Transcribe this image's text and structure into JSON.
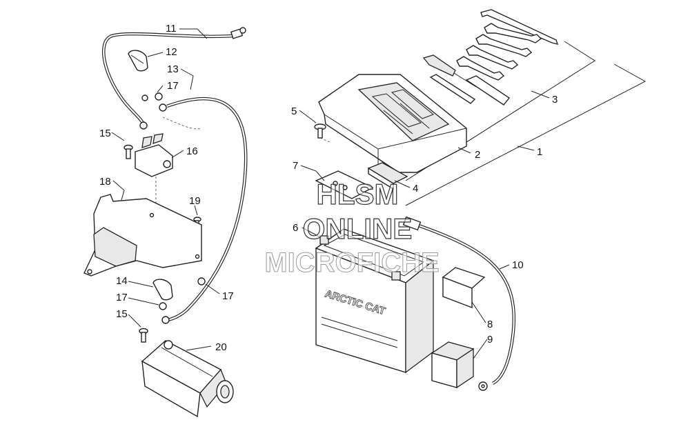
{
  "callouts": [
    {
      "n": "1"
    },
    {
      "n": "2"
    },
    {
      "n": "3"
    },
    {
      "n": "4"
    },
    {
      "n": "5"
    },
    {
      "n": "6"
    },
    {
      "n": "7"
    },
    {
      "n": "8"
    },
    {
      "n": "9"
    },
    {
      "n": "10"
    },
    {
      "n": "11"
    },
    {
      "n": "12"
    },
    {
      "n": "13"
    },
    {
      "n": "14"
    },
    {
      "n": "15a"
    },
    {
      "n": "15b"
    },
    {
      "n": "16"
    },
    {
      "n": "17a"
    },
    {
      "n": "17b"
    },
    {
      "n": "17c"
    },
    {
      "n": "18"
    },
    {
      "n": "19"
    },
    {
      "n": "20"
    }
  ],
  "labels": {
    "c1": "1",
    "c2": "2",
    "c3": "3",
    "c4": "4",
    "c5": "5",
    "c6": "6",
    "c7": "7",
    "c8": "8",
    "c9": "9",
    "c10": "10",
    "c11": "11",
    "c12": "12",
    "c13": "13",
    "c14": "14",
    "c15a": "15",
    "c15b": "15",
    "c16": "16",
    "c17a": "17",
    "c17b": "17",
    "c17c": "17",
    "c18": "18",
    "c19": "19",
    "c20": "20"
  },
  "watermark": {
    "line1": "HLSM",
    "line2": "ONLINE",
    "line3": "MICROFICHE"
  },
  "battery": {
    "brand": "ARCTIC CAT"
  },
  "colors": {
    "ink": "#222222",
    "paper": "#ffffff",
    "watermark": "#9a9a9a"
  }
}
